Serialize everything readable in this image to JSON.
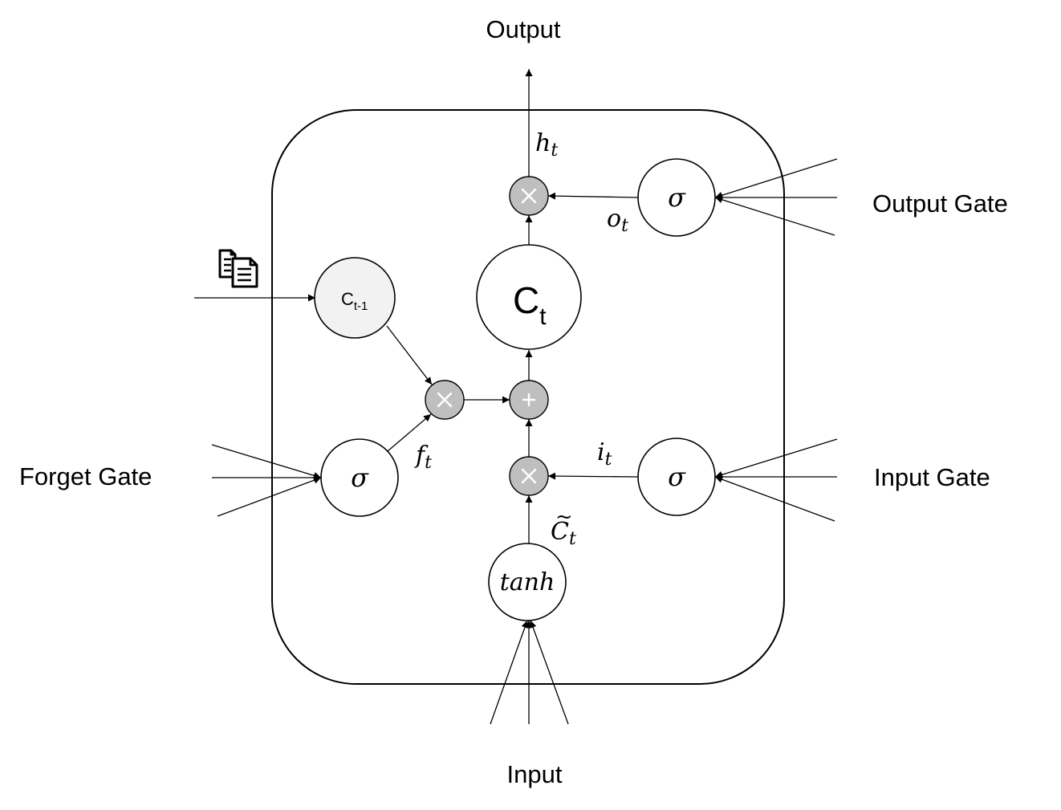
{
  "labels": {
    "output": "Output",
    "input": "Input",
    "forget_gate": "Forget Gate",
    "input_gate": "Input Gate",
    "output_gate": "Output Gate"
  },
  "nodes": {
    "prev_cell_main": "C",
    "prev_cell_sub": "t-1",
    "cell_main": "C",
    "cell_sub": "t",
    "sigma_forget": "σ",
    "sigma_input": "σ",
    "sigma_output": "σ",
    "tanh": "tanh"
  },
  "math_labels": {
    "h_main": "h",
    "h_sub": "t",
    "o_main": "o",
    "o_sub": "t",
    "f_main": "f",
    "f_sub": "t",
    "i_main": "i",
    "i_sub": "t",
    "ctilde_main": "C",
    "ctilde_sub": "t",
    "tilde_mark": "~"
  },
  "operators": {
    "multiply": "×",
    "add": "+"
  },
  "icons": {
    "copy": "copy-documents-icon"
  }
}
